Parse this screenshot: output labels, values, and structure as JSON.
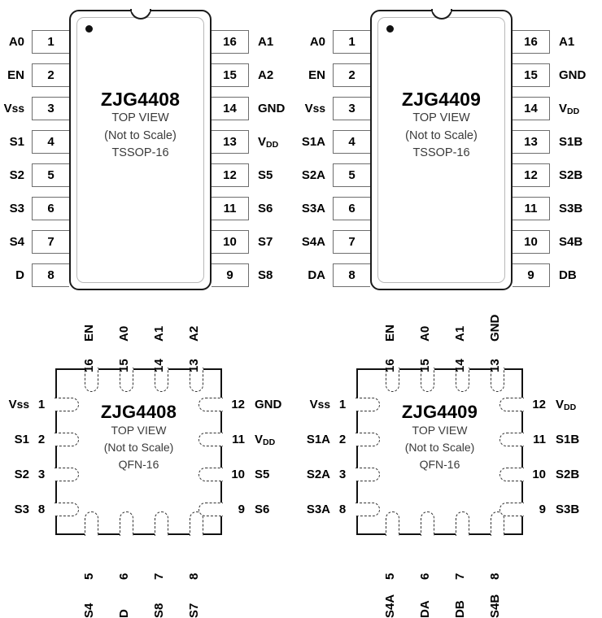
{
  "packages": [
    {
      "id": "tssop-4408",
      "part": "ZJG4408",
      "view": "TOP VIEW",
      "scale_note": "(Not to Scale)",
      "package_type": "TSSOP-16",
      "style": "tssop",
      "left_pins": [
        {
          "num": "1",
          "label": "A0"
        },
        {
          "num": "2",
          "label": "EN"
        },
        {
          "num": "3",
          "label": "Vss"
        },
        {
          "num": "4",
          "label": "S1"
        },
        {
          "num": "5",
          "label": "S2"
        },
        {
          "num": "6",
          "label": "S3"
        },
        {
          "num": "7",
          "label": "S4"
        },
        {
          "num": "8",
          "label": "D"
        }
      ],
      "right_pins": [
        {
          "num": "16",
          "label": "A1"
        },
        {
          "num": "15",
          "label": "A2"
        },
        {
          "num": "14",
          "label": "GND"
        },
        {
          "num": "13",
          "label": "VDD"
        },
        {
          "num": "12",
          "label": "S5"
        },
        {
          "num": "11",
          "label": "S6"
        },
        {
          "num": "10",
          "label": "S7"
        },
        {
          "num": "9",
          "label": "S8"
        }
      ]
    },
    {
      "id": "tssop-4409",
      "part": "ZJG4409",
      "view": "TOP VIEW",
      "scale_note": "(Not to Scale)",
      "package_type": "TSSOP-16",
      "style": "tssop",
      "left_pins": [
        {
          "num": "1",
          "label": "A0"
        },
        {
          "num": "2",
          "label": "EN"
        },
        {
          "num": "3",
          "label": "Vss"
        },
        {
          "num": "4",
          "label": "S1A"
        },
        {
          "num": "5",
          "label": "S2A"
        },
        {
          "num": "6",
          "label": "S3A"
        },
        {
          "num": "7",
          "label": "S4A"
        },
        {
          "num": "8",
          "label": "DA"
        }
      ],
      "right_pins": [
        {
          "num": "16",
          "label": "A1"
        },
        {
          "num": "15",
          "label": "GND"
        },
        {
          "num": "14",
          "label": "VDD"
        },
        {
          "num": "13",
          "label": "S1B"
        },
        {
          "num": "12",
          "label": "S2B"
        },
        {
          "num": "11",
          "label": "S3B"
        },
        {
          "num": "10",
          "label": "S4B"
        },
        {
          "num": "9",
          "label": "DB"
        }
      ]
    },
    {
      "id": "qfn-4408",
      "part": "ZJG4408",
      "view": "TOP VIEW",
      "scale_note": "(Not to Scale)",
      "package_type": "QFN-16",
      "style": "qfn",
      "left_pins": [
        {
          "num": "1",
          "label": "Vss"
        },
        {
          "num": "2",
          "label": "S1"
        },
        {
          "num": "3",
          "label": "S2"
        },
        {
          "num": "8",
          "label": "S3"
        }
      ],
      "right_pins": [
        {
          "num": "12",
          "label": "GND"
        },
        {
          "num": "11",
          "label": "VDD"
        },
        {
          "num": "10",
          "label": "S5"
        },
        {
          "num": "9",
          "label": "S6"
        }
      ],
      "top_pins": [
        {
          "num": "16",
          "label": "EN"
        },
        {
          "num": "15",
          "label": "A0"
        },
        {
          "num": "14",
          "label": "A1"
        },
        {
          "num": "13",
          "label": "A2"
        }
      ],
      "bottom_pins": [
        {
          "num": "5",
          "label": "S4"
        },
        {
          "num": "6",
          "label": "D"
        },
        {
          "num": "7",
          "label": "S8"
        },
        {
          "num": "8",
          "label": "S7"
        }
      ]
    },
    {
      "id": "qfn-4409",
      "part": "ZJG4409",
      "view": "TOP VIEW",
      "scale_note": "(Not to Scale)",
      "package_type": "QFN-16",
      "style": "qfn",
      "left_pins": [
        {
          "num": "1",
          "label": "Vss"
        },
        {
          "num": "2",
          "label": "S1A"
        },
        {
          "num": "3",
          "label": "S2A"
        },
        {
          "num": "8",
          "label": "S3A"
        }
      ],
      "right_pins": [
        {
          "num": "12",
          "label": "VDD"
        },
        {
          "num": "11",
          "label": "S1B"
        },
        {
          "num": "10",
          "label": "S2B"
        },
        {
          "num": "9",
          "label": "S3B"
        }
      ],
      "top_pins": [
        {
          "num": "16",
          "label": "EN"
        },
        {
          "num": "15",
          "label": "A0"
        },
        {
          "num": "14",
          "label": "A1"
        },
        {
          "num": "13",
          "label": "GND"
        }
      ],
      "bottom_pins": [
        {
          "num": "5",
          "label": "S4A"
        },
        {
          "num": "6",
          "label": "DA"
        },
        {
          "num": "7",
          "label": "DB"
        },
        {
          "num": "8",
          "label": "S4B"
        }
      ]
    }
  ],
  "colors": {
    "outline": "#111111",
    "inner_outline": "#b9b9b9",
    "pin_border": "#6e6e6e",
    "text": "#000000",
    "subtext": "#3a3a3a",
    "background": "#ffffff"
  }
}
